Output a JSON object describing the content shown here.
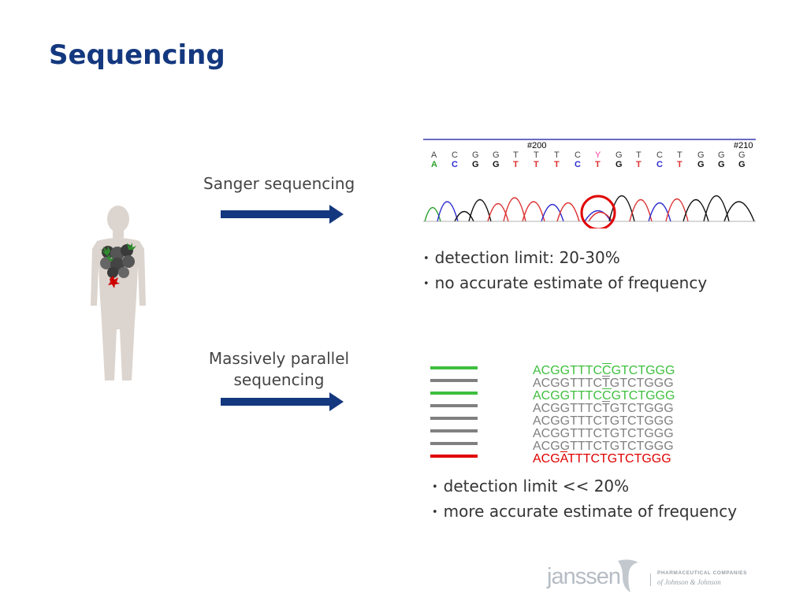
{
  "slide": {
    "title": "Sequencing",
    "sanger": {
      "label": "Sanger sequencing",
      "bullets": [
        "detection limit: 20-30%",
        "no accurate estimate of frequency"
      ],
      "chromatogram": {
        "position_marks": [
          "#200",
          "#210"
        ],
        "called_bases": [
          "A",
          "C",
          "G",
          "G",
          "T",
          "T",
          "T",
          "C",
          "Y",
          "G",
          "T",
          "C",
          "T",
          "G",
          "G",
          "G"
        ],
        "ref_bases": [
          "A",
          "C",
          "G",
          "G",
          "T",
          "T",
          "T",
          "C",
          "T",
          "G",
          "T",
          "C",
          "T",
          "G",
          "G",
          "G"
        ]
      }
    },
    "mps": {
      "label_line1": "Massively parallel",
      "label_line2": "sequencing",
      "reads": [
        {
          "pre": "ACGGTTTC",
          "mut": "C",
          "post": "GTCTGGG",
          "color": "#3fbf3f"
        },
        {
          "pre": "ACGGTTTC",
          "mut": "T",
          "post": "GTCTGGG",
          "color": "#808080"
        },
        {
          "pre": "ACGGTTTC",
          "mut": "C",
          "post": "GTCTGGG",
          "color": "#3fbf3f"
        },
        {
          "pre": "ACGGTTTC",
          "mut": "T",
          "post": "GTCTGGG",
          "color": "#808080"
        },
        {
          "pre": "ACGGTTTCTGTCTGGG",
          "mut": "",
          "post": "",
          "color": "#808080"
        },
        {
          "pre": "ACGGTTTCTGTCTGGG",
          "mut": "",
          "post": "",
          "color": "#808080"
        },
        {
          "pre": "ACGGTTTCTGTCTGGG",
          "mut": "",
          "post": "",
          "color": "#808080"
        },
        {
          "pre": "ACG",
          "mut": "A",
          "post": "TTTCTGTCTGGG",
          "color": "#e00000"
        }
      ],
      "bullets": [
        "detection limit << 20%",
        "more accurate estimate of frequency"
      ]
    },
    "footer": {
      "brand": "janssen",
      "tagline_line1": "PHARMACEUTICAL COMPANIES",
      "tagline_line2": "of Johnson & Johnson"
    },
    "colors": {
      "title": "#14387f",
      "arrow": "#14387f",
      "read_mutant_green": "#3fbf3f",
      "read_wildtype_gray": "#808080",
      "read_mutant_red": "#e00000",
      "circle_highlight": "#e00000"
    }
  }
}
